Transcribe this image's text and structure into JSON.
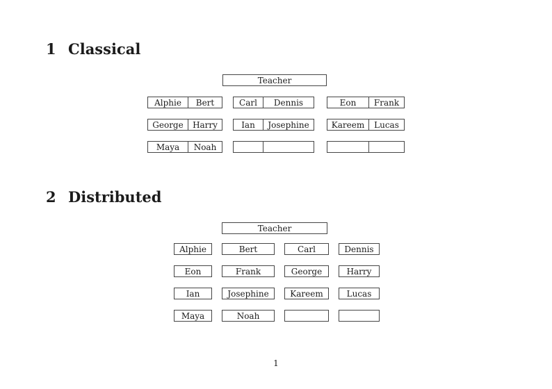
{
  "colors": {
    "background": "#ffffff",
    "text": "#1b1b1b",
    "border": "#454545"
  },
  "page_number": "1",
  "classical": {
    "number": "1",
    "title": "Classical",
    "teacher": "Teacher",
    "desks": [
      [
        {
          "left": "Alphie",
          "right": "Bert"
        },
        {
          "left": "Carl",
          "right": "Dennis"
        },
        {
          "left": "Eon",
          "right": "Frank"
        }
      ],
      [
        {
          "left": "George",
          "right": "Harry"
        },
        {
          "left": "Ian",
          "right": "Josephine"
        },
        {
          "left": "Kareem",
          "right": "Lucas"
        }
      ],
      [
        {
          "left": "Maya",
          "right": "Noah"
        },
        {
          "left": "",
          "right": ""
        },
        {
          "left": "",
          "right": ""
        }
      ]
    ]
  },
  "distributed": {
    "number": "2",
    "title": "Distributed",
    "teacher": "Teacher",
    "seats": [
      [
        "Alphie",
        "Bert",
        "Carl",
        "Dennis"
      ],
      [
        "Eon",
        "Frank",
        "George",
        "Harry"
      ],
      [
        "Ian",
        "Josephine",
        "Kareem",
        "Lucas"
      ],
      [
        "Maya",
        "Noah",
        "",
        ""
      ]
    ]
  }
}
